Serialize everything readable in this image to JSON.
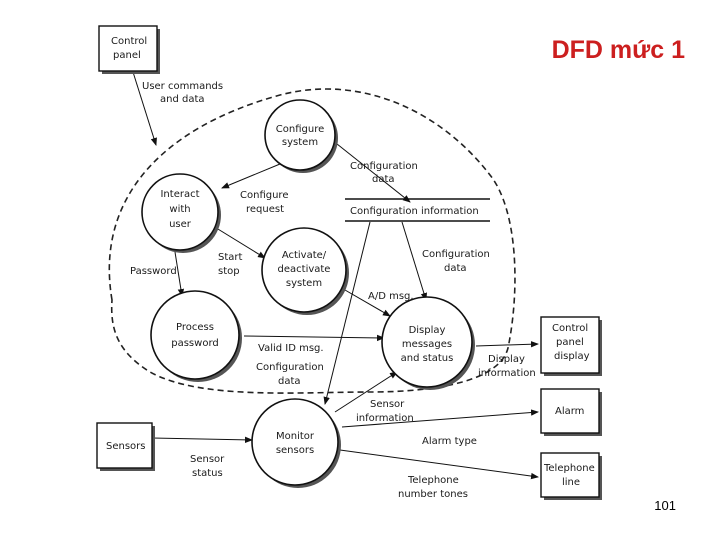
{
  "title": "DFD mức 1",
  "page_number": "101",
  "external_entities": {
    "control_panel": [
      "Control",
      "panel"
    ],
    "sensors": [
      "Sensors"
    ],
    "control_panel_display": [
      "Control",
      "panel",
      "display"
    ],
    "alarm": [
      "Alarm"
    ],
    "telephone_line": [
      "Telephone",
      "line"
    ]
  },
  "processes": {
    "configure_system": [
      "Configure",
      "system"
    ],
    "interact_with_user": [
      "Interact",
      "with",
      "user"
    ],
    "activate_deactivate_system": [
      "Activate/",
      "deactivate",
      "system"
    ],
    "process_password": [
      "Process",
      "password"
    ],
    "display_messages_status": [
      "Display",
      "messages",
      "and status"
    ],
    "monitor_sensors": [
      "Monitor",
      "sensors"
    ]
  },
  "data_store": "Configuration information",
  "flows": {
    "user_commands": [
      "User commands",
      "and data"
    ],
    "configuration_data_1": [
      "Configuration",
      "data"
    ],
    "configure_request": [
      "Configure",
      "request"
    ],
    "start_stop": [
      "Start",
      "stop"
    ],
    "configuration_data_2": [
      "Configuration",
      "data"
    ],
    "password": [
      "Password"
    ],
    "ad_msg": [
      "A/D msg."
    ],
    "valid_id_msg": [
      "Valid ID msg."
    ],
    "configuration_data_3": [
      "Configuration",
      "data"
    ],
    "display_information": [
      "Display",
      "information"
    ],
    "sensor_information": [
      "Sensor",
      "information"
    ],
    "alarm_type": [
      "Alarm type"
    ],
    "sensor_status": [
      "Sensor",
      "status"
    ],
    "telephone_number_tones": [
      "Telephone",
      "number tones"
    ]
  }
}
